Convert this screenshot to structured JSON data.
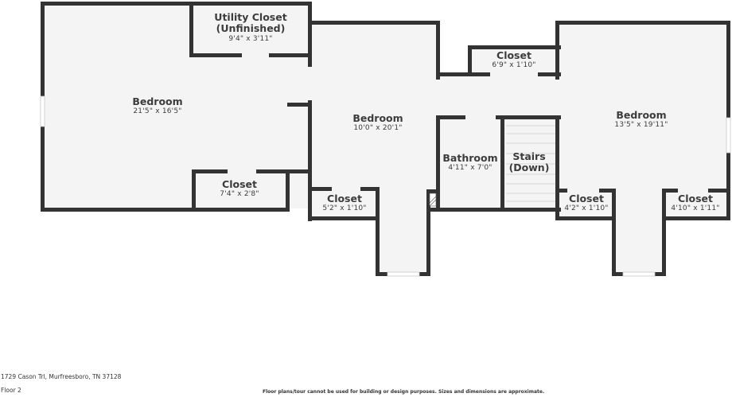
{
  "floor_plan": {
    "rooms": [
      {
        "name": "Bedroom",
        "dimensions": "21'5\" x 16'5\""
      },
      {
        "name": "Utility Closet",
        "subtitle": "(Unfinished)",
        "dimensions": "9'4\" x 3'11\""
      },
      {
        "name": "Closet",
        "dimensions": "7'4\" x 2'8\""
      },
      {
        "name": "Bedroom",
        "dimensions": "10'0\" x 20'1\""
      },
      {
        "name": "Closet",
        "dimensions": "5'2\" x 1'10\""
      },
      {
        "name": "Closet",
        "dimensions": "6'9\" x 1'10\""
      },
      {
        "name": "Bathroom",
        "dimensions": "4'11\" x 7'0\""
      },
      {
        "name": "Stairs",
        "subtitle": "(Down)"
      },
      {
        "name": "Bedroom",
        "dimensions": "13'5\" x 19'11\""
      },
      {
        "name": "Closet",
        "dimensions": "4'2\" x 1'10\""
      },
      {
        "name": "Closet",
        "dimensions": "4'10\" x 1'11\""
      }
    ]
  },
  "footer": {
    "address": "1729 Cason Trl, Murfreesboro, TN 37128",
    "floor": "Floor 2",
    "disclaimer": "Floor plans/tour cannot be used for building or design purposes. Sizes and dimensions are approximate."
  }
}
